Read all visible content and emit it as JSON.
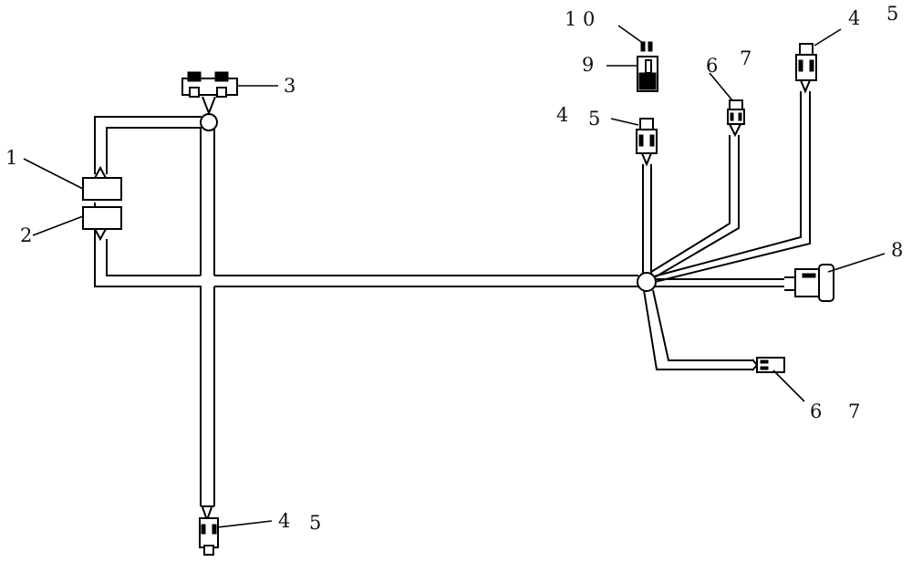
{
  "callouts": {
    "c1": "1",
    "c2": "2",
    "c3": "3",
    "c4a": "4",
    "c5a": "5",
    "c4b": "4",
    "c5b": "5",
    "c4c": "4",
    "c5c": "5",
    "c6a": "6",
    "c7a": "7",
    "c6b": "6",
    "c7b": "7",
    "c8": "8",
    "c9": "9",
    "c10": "1 0"
  }
}
